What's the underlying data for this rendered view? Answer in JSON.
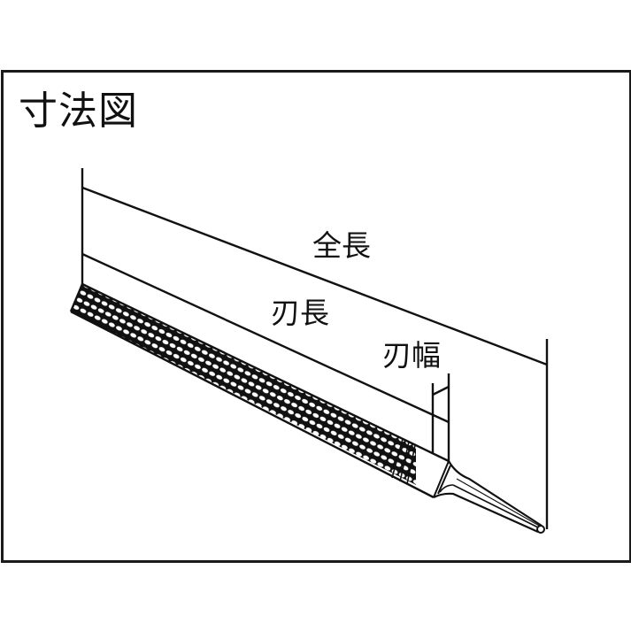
{
  "diagram": {
    "title": "寸法図",
    "subject": "rasp-file",
    "labels": {
      "overall_length": "全長",
      "blade_length": "刃長",
      "blade_width": "刃幅"
    },
    "colors": {
      "line": "#111111",
      "frame": "#1a1a1a",
      "background": "#ffffff"
    }
  }
}
